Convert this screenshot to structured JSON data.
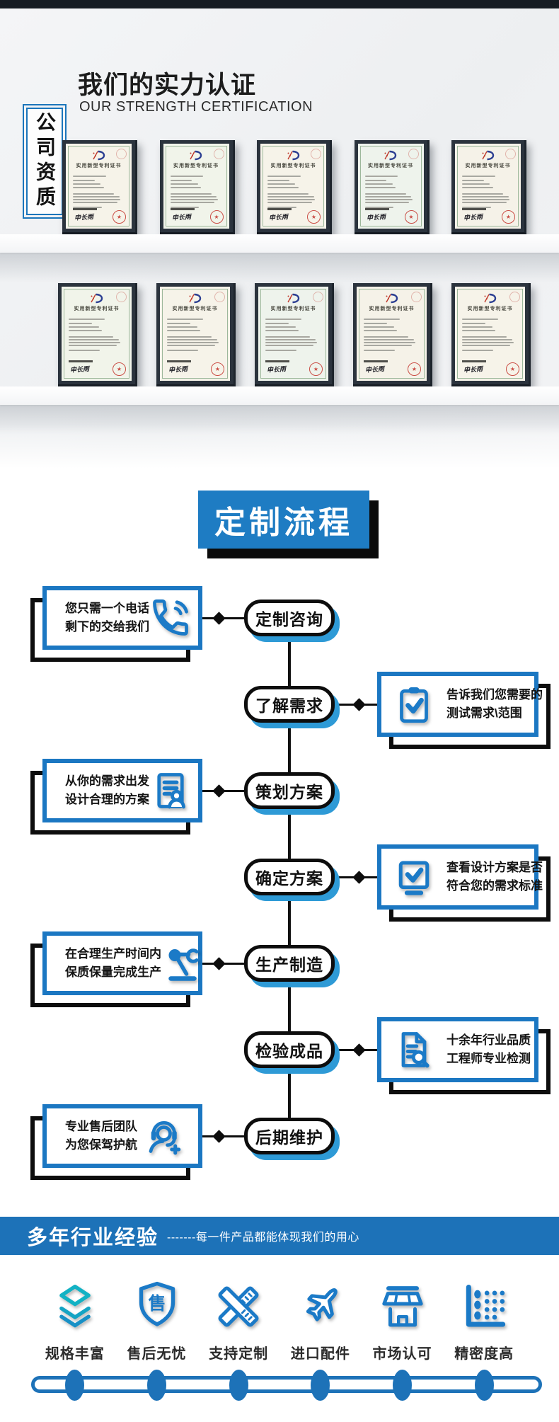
{
  "colors": {
    "accent": "#1b7ac7",
    "banner_blue": "#1d72b8",
    "process_blue": "#1e7cc3",
    "pill_shadow": "#2e9ad6",
    "teal": "#13b0c4"
  },
  "certification": {
    "tab_label": "公司资质",
    "title": "我们的实力认证",
    "subtitle": "OUR STRENGTH CERTIFICATION",
    "certificate_title": "实用新型专利证书",
    "certificate_signature": "申长雨",
    "rows": [
      5,
      5
    ]
  },
  "process": {
    "title": "定制流程",
    "steps": [
      {
        "label": "定制咨询",
        "side": "left",
        "icon": "phone-icon",
        "lines": [
          "您只需一个电话",
          "剩下的交给我们"
        ]
      },
      {
        "label": "了解需求",
        "side": "right",
        "icon": "clipboard-check-icon",
        "lines": [
          "告诉我们您需要的",
          "测试需求\\范围"
        ]
      },
      {
        "label": "策划方案",
        "side": "left",
        "icon": "document-person-icon",
        "lines": [
          "从你的需求出发",
          "设计合理的方案"
        ]
      },
      {
        "label": "确定方案",
        "side": "right",
        "icon": "checkbox-icon",
        "lines": [
          "查看设计方案是否",
          "符合您的需求标准"
        ]
      },
      {
        "label": "生产制造",
        "side": "left",
        "icon": "robot-arm-icon",
        "lines": [
          "在合理生产时间内",
          "保质保量完成生产"
        ]
      },
      {
        "label": "检验成品",
        "side": "right",
        "icon": "document-search-icon",
        "lines": [
          "十余年行业品质",
          "工程师专业检测"
        ]
      },
      {
        "label": "后期维护",
        "side": "left",
        "icon": "headset-icon",
        "lines": [
          "专业售后团队",
          "为您保驾护航"
        ]
      }
    ]
  },
  "experience": {
    "banner_title": "多年行业经验",
    "banner_note": "-------每一件产品都能体现我们的用心",
    "features": [
      {
        "label": "规格丰富",
        "icon": "layers-icon"
      },
      {
        "label": "售后无忧",
        "icon": "shield-icon",
        "badge": "售"
      },
      {
        "label": "支持定制",
        "icon": "rulers-icon"
      },
      {
        "label": "进口配件",
        "icon": "airplane-icon"
      },
      {
        "label": "市场认可",
        "icon": "storefront-icon"
      },
      {
        "label": "精密度高",
        "icon": "precision-icon"
      }
    ],
    "timeline_dots": 6
  }
}
